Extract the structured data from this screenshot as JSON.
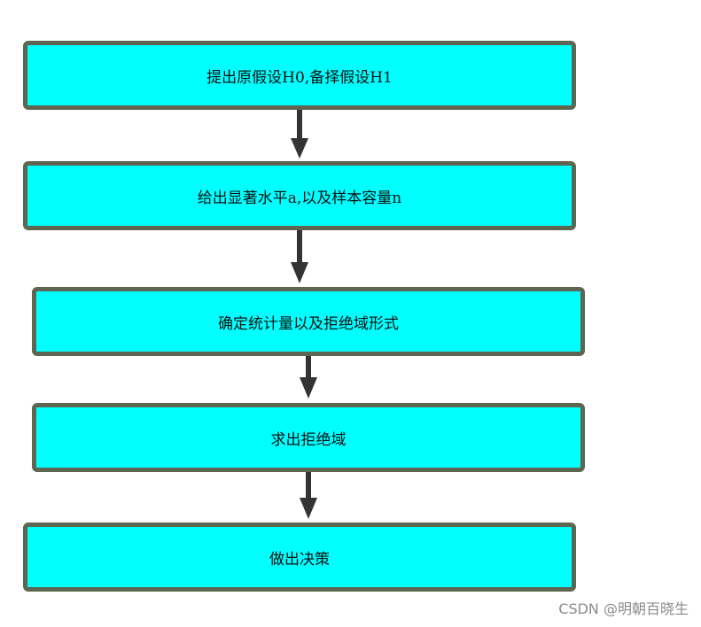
{
  "steps": [
    {
      "label": "提出原假设H0,备择假设H1"
    },
    {
      "label": "给出显著水平a,以及样本容量n"
    },
    {
      "label": "确定统计量以及拒绝域形式"
    },
    {
      "label": "求出拒绝域"
    },
    {
      "label": "做出决策"
    }
  ],
  "watermark": "CSDN @明朝百晓生",
  "colors": {
    "box_fill": "#00ffff",
    "box_border": "#5d6650",
    "arrow": "#333333"
  }
}
